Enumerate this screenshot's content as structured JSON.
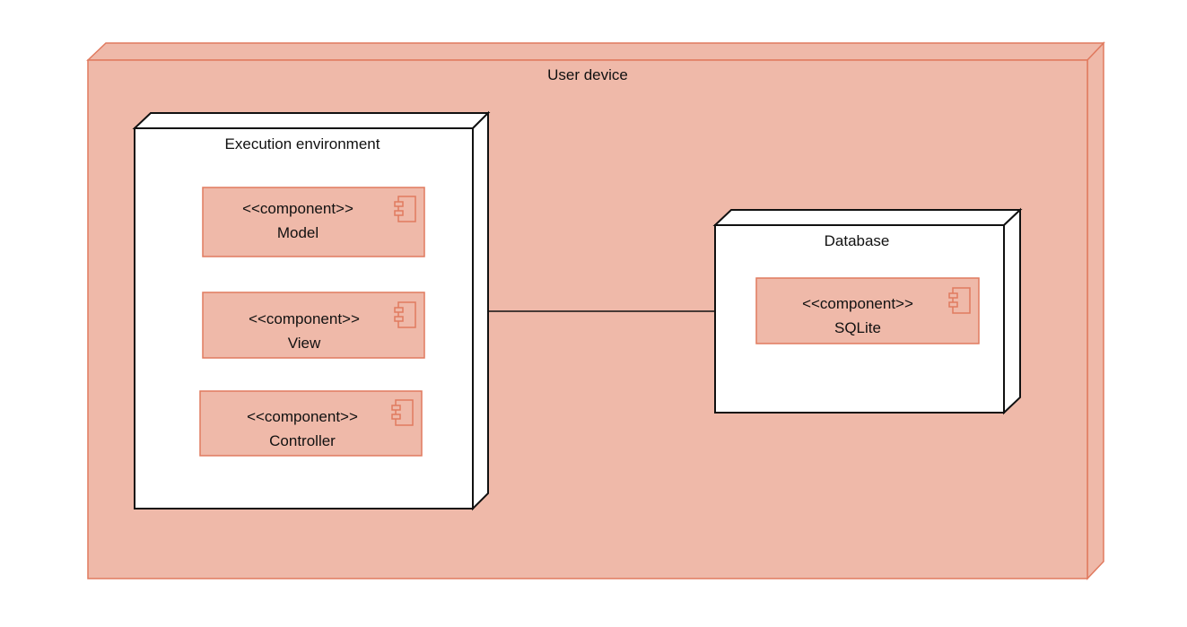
{
  "diagram": {
    "colors": {
      "background": "#ffffff",
      "device_fill": "#EFB9A9",
      "device_stroke": "#E07A5F",
      "node_fill": "#ffffff",
      "node_stroke": "#111111",
      "component_fill": "#EFB9A9",
      "component_stroke": "#E07A5F",
      "connector": "#111111"
    },
    "device": {
      "label": "User device"
    },
    "execution_environment": {
      "label": "Execution environment",
      "components": [
        {
          "stereotype": "<<component>>",
          "name": "Model",
          "icon": "component-icon"
        },
        {
          "stereotype": "<<component>>",
          "name": "View",
          "icon": "component-icon"
        },
        {
          "stereotype": "<<component>>",
          "name": "Controller",
          "icon": "component-icon"
        }
      ]
    },
    "database": {
      "label": "Database",
      "components": [
        {
          "stereotype": "<<component>>",
          "name": "SQLite",
          "icon": "component-icon"
        }
      ]
    }
  }
}
